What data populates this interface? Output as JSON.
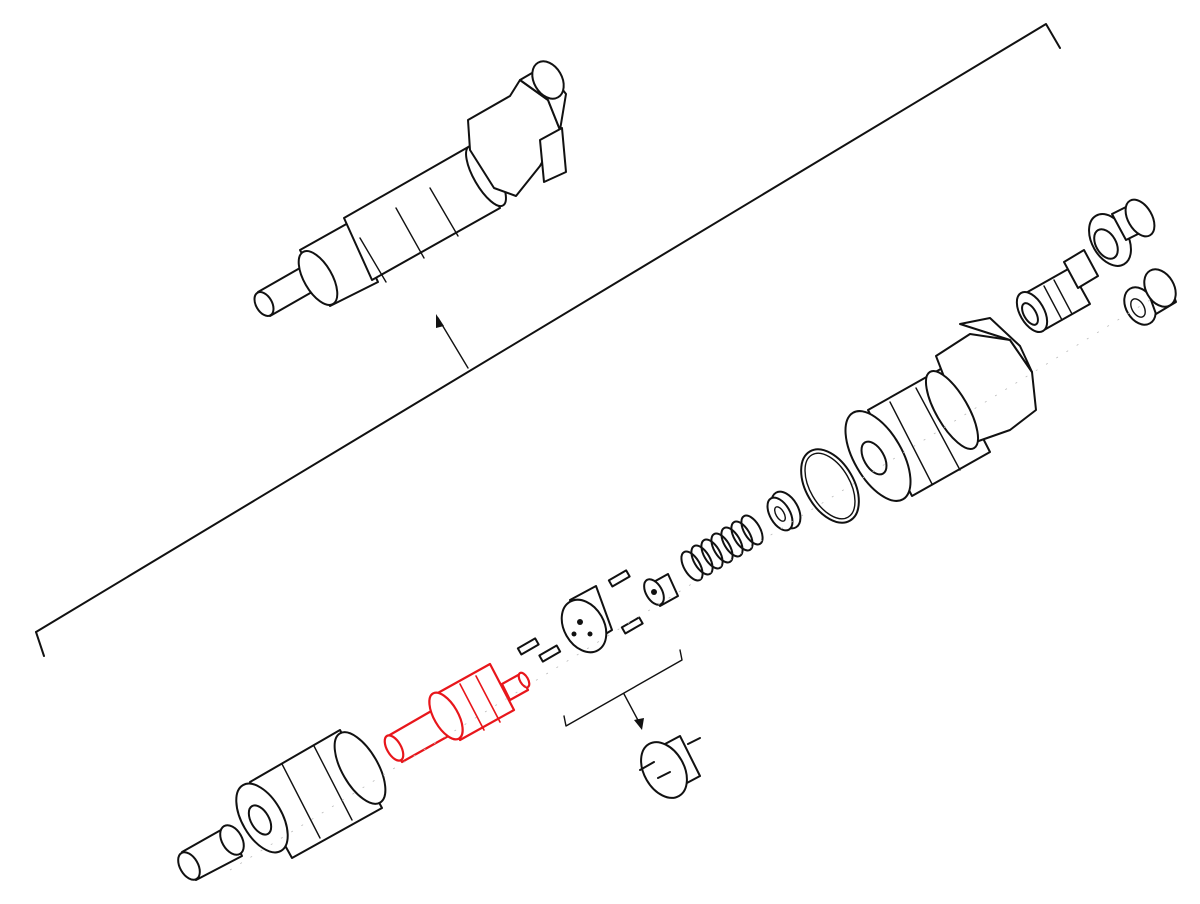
{
  "diagram": {
    "type": "exploded-parts-view",
    "background": "#ffffff",
    "line_color": "#111111",
    "highlight_color": "#e8161b",
    "highlighted_part": "nozzle-needle-body",
    "parts": [
      "assembled-injector",
      "nozzle-tip",
      "nozzle-nut",
      "nozzle-needle-body",
      "dowel-pins",
      "spacer-disc",
      "spring-seat",
      "pressure-spring",
      "shim-washer",
      "o-ring",
      "injector-holder-body",
      "inlet-connector",
      "sealing-washer",
      "cap-nut",
      "spacer-disc-variant"
    ]
  }
}
